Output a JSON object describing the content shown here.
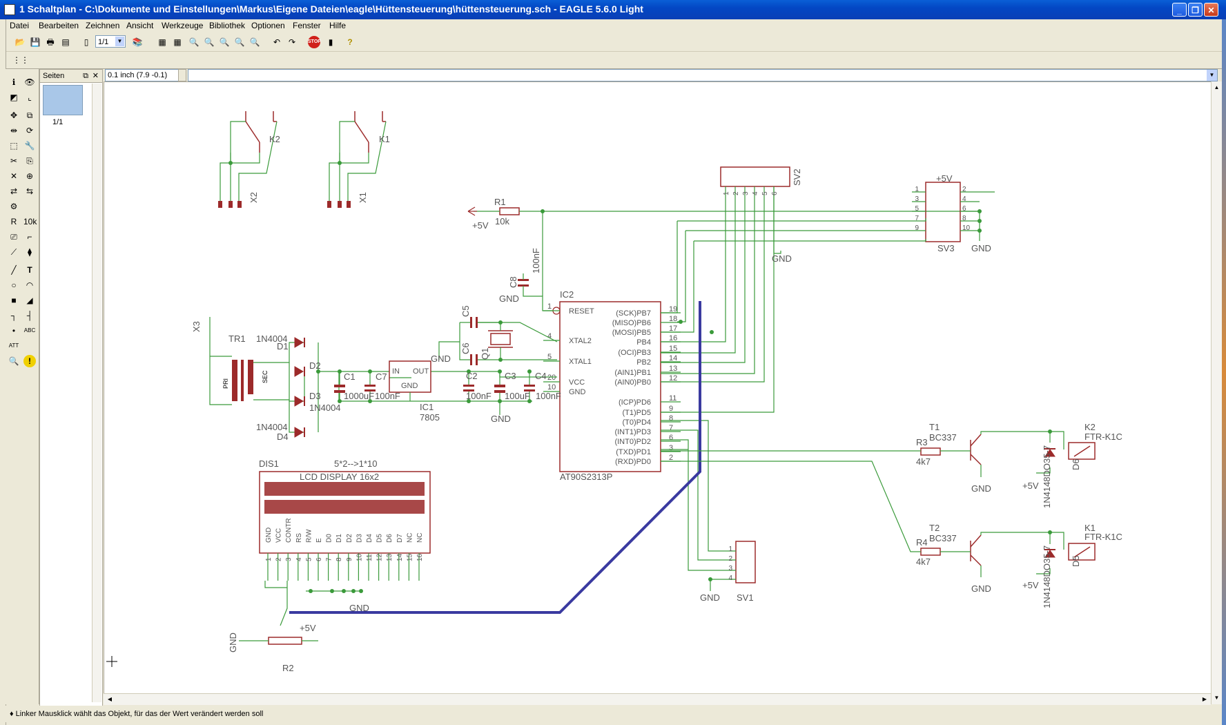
{
  "window": {
    "title": "1 Schaltplan - C:\\Dokumente und Einstellungen\\Markus\\Eigene Dateien\\eagle\\Hüttensteuerung\\hüttensteuerung.sch - EAGLE 5.6.0 Light"
  },
  "menu": [
    "Datei",
    "Bearbeiten",
    "Zeichnen",
    "Ansicht",
    "Werkzeuge",
    "Bibliothek",
    "Optionen",
    "Fenster",
    "Hilfe"
  ],
  "toolbar": {
    "sheet_select": "1/1"
  },
  "pages_panel": {
    "title": "Seiten",
    "page_label": "1/1"
  },
  "coordinate_display": "0.1 inch (7.9 -0.1)",
  "status_bar": "♦ Linker Mausklick wählt das Objekt, für das der Wert verändert werden soll",
  "schematic": {
    "wire_color": "#3a9a3a",
    "part_color": "#9c2a2a",
    "label_color": "#555555",
    "bus_color": "#3a3aa0",
    "ic2": {
      "name": "IC2",
      "value": "AT90S2313P",
      "left_pins": [
        "RESET",
        "XTAL2",
        "XTAL1",
        "VCC",
        "GND"
      ],
      "left_nums": [
        "1",
        "4",
        "5",
        "20",
        "10"
      ],
      "right_pins": [
        "(SCK)PB7",
        "(MISO)PB6",
        "(MOSI)PB5",
        "PB4",
        "(OCI)PB3",
        "PB2",
        "(AIN1)PB1",
        "(AIN0)PB0",
        "(ICP)PD6",
        "(T1)PD5",
        "(T0)PD4",
        "(INT1)PD3",
        "(INT0)PD2",
        "(TXD)PD1",
        "(RXD)PD0"
      ],
      "right_nums": [
        "19",
        "18",
        "17",
        "16",
        "15",
        "14",
        "13",
        "12",
        "11",
        "9",
        "8",
        "7",
        "6",
        "3",
        "2"
      ]
    },
    "lcd": {
      "name": "DIS1",
      "note": "5*2-->1*10",
      "title": "LCD DISPLAY 16x2",
      "pins": [
        "GND",
        "VCC",
        "CONTR",
        "RS",
        "R/W",
        "E",
        "D0",
        "D1",
        "D2",
        "D3",
        "D4",
        "D5",
        "D6",
        "D7",
        "NC",
        "NC"
      ],
      "nums": [
        "1",
        "2",
        "3",
        "4",
        "5",
        "6",
        "7",
        "8",
        "9",
        "10",
        "11",
        "12",
        "13",
        "14",
        "15",
        "16"
      ]
    },
    "sv3": {
      "name": "SV3",
      "left": [
        "1",
        "3",
        "5",
        "7",
        "9"
      ],
      "right": [
        "2",
        "4",
        "6",
        "8",
        "10"
      ]
    },
    "sv2": {
      "name": "SV2",
      "pins": [
        "1",
        "2",
        "3",
        "4",
        "5",
        "6"
      ]
    },
    "sv1": {
      "name": "SV1",
      "pins": [
        "1",
        "2",
        "3",
        "4"
      ]
    },
    "labels": {
      "r1": "R1",
      "r1_val": "10k",
      "plus5v": "+5V",
      "gnd": "GND",
      "c8": "C8",
      "c8_val": "100nF",
      "x3": "X3",
      "tr1": "TR1",
      "pri": "PRI",
      "sec": "SEC",
      "d1": "D1",
      "d2": "D2",
      "d3": "D3",
      "d4": "D4",
      "d_val": "1N4004",
      "c1": "C1",
      "c1_val": "1000uF",
      "c7": "C7",
      "c7_val": "100nF",
      "ic1": "IC1",
      "ic1_val": "7805",
      "ic1_in": "IN",
      "ic1_out": "OUT",
      "ic1_gnd": "GND",
      "c2": "C2",
      "c2_val": "100nF",
      "c3": "C3",
      "c3_val": "100uF",
      "c4": "C4",
      "c4_val": "100nF",
      "c5": "C5",
      "c6": "C6",
      "q1": "Q1",
      "k2": "K2",
      "k1": "K1",
      "x2": "X2",
      "x1": "X1",
      "t1": "T1",
      "t2": "T2",
      "t_val": "BC337",
      "r3": "R3",
      "r4": "R4",
      "r34_val": "4k7",
      "d5": "D5",
      "d6": "D6",
      "dd_val": "1N4148DO35-7",
      "relay_val": "FTR-K1C",
      "r2": "R2"
    }
  }
}
